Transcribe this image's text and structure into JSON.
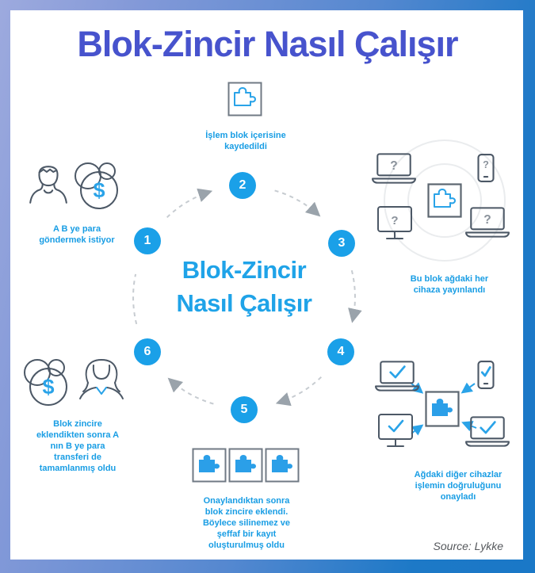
{
  "title": "Blok-Zincir Nasıl Çalışır",
  "center_title": {
    "line1": "Blok-Zincir",
    "line2": "Nasıl Çalışır"
  },
  "steps": [
    {
      "number": "1",
      "caption": "A B ye para\ngöndermek istiyor",
      "icons": [
        "male-user",
        "coins"
      ]
    },
    {
      "number": "2",
      "caption": "İşlem blok içerisine\nkaydedildi",
      "icons": [
        "puzzle-block"
      ]
    },
    {
      "number": "3",
      "caption": "Bu blok ağdaki her\ncihaza yayınlandı",
      "icons": [
        "laptop-question",
        "phone-question",
        "monitor-question",
        "laptop-question",
        "puzzle-block",
        "broadcast-rings"
      ]
    },
    {
      "number": "4",
      "caption": "Ağdaki diğer cihazlar\nişlemin doğruluğunu\nonayladı",
      "icons": [
        "laptop-check",
        "phone-check",
        "monitor-check",
        "laptop-check",
        "puzzle-block-filled",
        "inward-arrows"
      ]
    },
    {
      "number": "5",
      "caption": "Onaylandıktan sonra\nblok zincire eklendi.\nBöylece silinemez ve\nşeffaf bir kayıt\noluşturulmuş oldu",
      "icons": [
        "puzzle-block-filled",
        "puzzle-block-filled",
        "puzzle-block-filled"
      ]
    },
    {
      "number": "6",
      "caption": "Blok zincire\neklendikten sonra A\nnın B ye para\ntransferi de\ntamamlanmış oldu",
      "icons": [
        "coins",
        "female-user"
      ]
    }
  ],
  "glyphs": {
    "question": "?",
    "dollar": "$"
  },
  "source": "Source: Lykke",
  "colors": {
    "title_blue": "#4753cd",
    "accent_blue": "#1fa3e8",
    "caption_blue": "#189de4",
    "node_blue": "#1aa0e8",
    "puzzle_fill": "#2b9fe8",
    "dash_gray": "#c7ccd1",
    "arrow_gray": "#9aa3ab",
    "icon_stroke": "#4c5866",
    "frame_light": "#9daade",
    "frame_dark": "#1a78c7"
  }
}
